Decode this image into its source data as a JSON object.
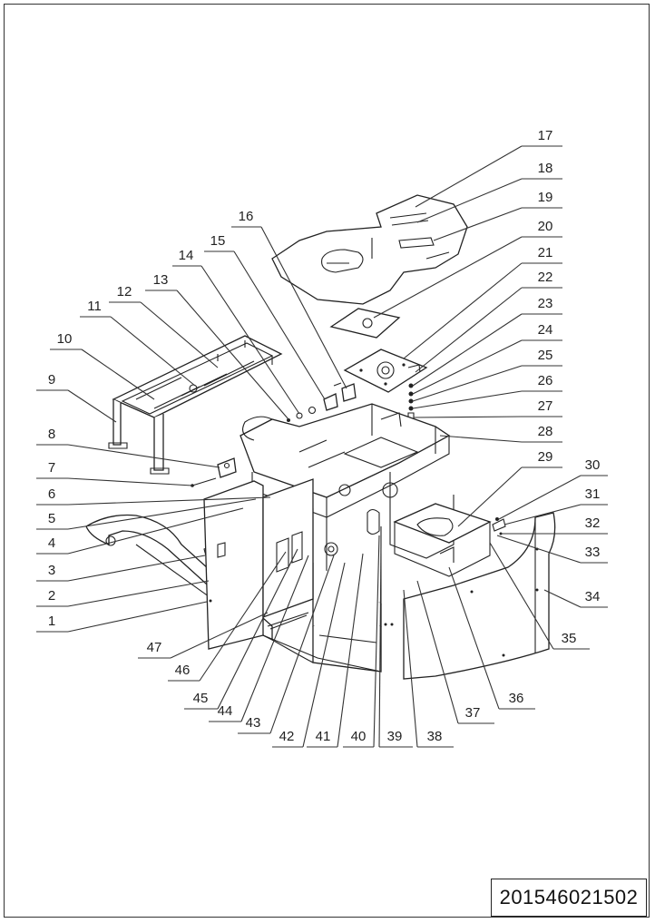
{
  "document_number": "201546021502",
  "part_numbers": [
    "1",
    "2",
    "3",
    "4",
    "5",
    "6",
    "7",
    "8",
    "9",
    "10",
    "11",
    "12",
    "13",
    "14",
    "15",
    "16",
    "17",
    "18",
    "19",
    "20",
    "21",
    "22",
    "23",
    "24",
    "25",
    "26",
    "27",
    "28",
    "29",
    "30",
    "31",
    "32",
    "33",
    "34",
    "35",
    "36",
    "37",
    "38",
    "39",
    "40",
    "41",
    "42",
    "43",
    "44",
    "45",
    "46",
    "47"
  ]
}
